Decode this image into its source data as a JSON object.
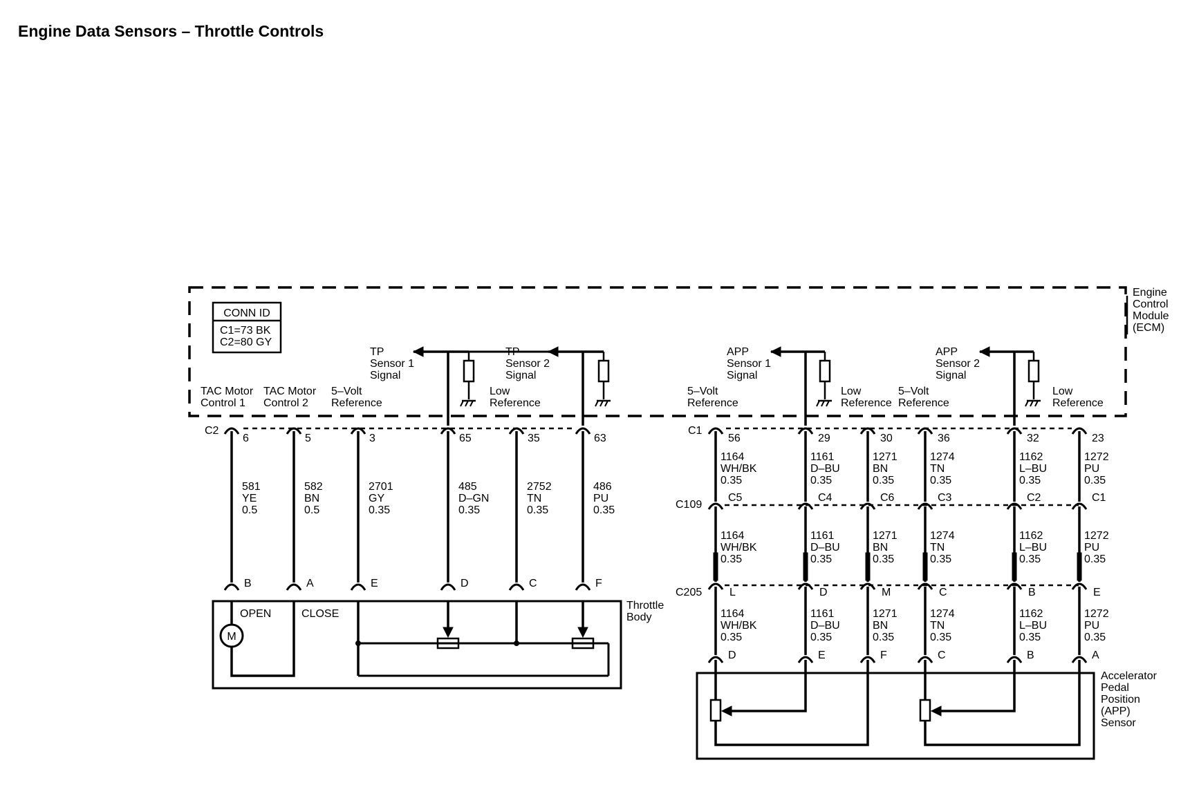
{
  "title": "Engine Data Sensors – Throttle Controls",
  "conn_id": {
    "header": "CONN ID",
    "line1": "C1=73 BK",
    "line2": "C2=80 GY"
  },
  "ecm_label": [
    "Engine",
    "Control",
    "Module",
    "(ECM)"
  ],
  "throttle_body_label": [
    "Throttle",
    "Body"
  ],
  "app_label": [
    "Accelerator",
    "Pedal",
    "Position",
    "(APP)",
    "Sensor"
  ],
  "motor": {
    "symbol": "M",
    "open": "OPEN",
    "close": "CLOSE"
  },
  "connectors": {
    "c2": "C2",
    "c1": "C1",
    "c109": "C109",
    "c205": "C205"
  },
  "signals": {
    "tp1": [
      "TP",
      "Sensor 1",
      "Signal"
    ],
    "tp2": [
      "TP",
      "Sensor 2",
      "Signal"
    ],
    "app1": [
      "APP",
      "Sensor 1",
      "Signal"
    ],
    "app2": [
      "APP",
      "Sensor 2",
      "Signal"
    ]
  },
  "left_circuits": [
    {
      "id": "tac1",
      "label": [
        "TAC Motor",
        "Control 1"
      ],
      "pin": "6",
      "wire": [
        "581",
        "YE",
        "0.5"
      ],
      "end_pin": "B"
    },
    {
      "id": "tac2",
      "label": [
        "TAC Motor",
        "Control 2"
      ],
      "pin": "5",
      "wire": [
        "582",
        "BN",
        "0.5"
      ],
      "end_pin": "A"
    },
    {
      "id": "vref",
      "label": [
        "5–Volt",
        "Reference"
      ],
      "pin": "3",
      "wire": [
        "2701",
        "GY",
        "0.35"
      ],
      "end_pin": "E"
    },
    {
      "id": "tp1",
      "label": [],
      "pin": "65",
      "wire": [
        "485",
        "D–GN",
        "0.35"
      ],
      "end_pin": "D"
    },
    {
      "id": "lowref",
      "label": [
        "Low",
        "Reference"
      ],
      "pin": "35",
      "wire": [
        "2752",
        "TN",
        "0.35"
      ],
      "end_pin": "C"
    },
    {
      "id": "tp2",
      "label": [],
      "pin": "63",
      "wire": [
        "486",
        "PU",
        "0.35"
      ],
      "end_pin": "F"
    }
  ],
  "right_circuits": [
    {
      "id": "app_vref1",
      "label": [
        "5–Volt",
        "Reference"
      ],
      "pin": "56",
      "c109": "C5",
      "c205": "L",
      "end_pin": "D",
      "wire": [
        "1164",
        "WH/BK",
        "0.35"
      ]
    },
    {
      "id": "app1",
      "label": [],
      "pin": "29",
      "c109": "C4",
      "c205": "D",
      "end_pin": "E",
      "wire": [
        "1161",
        "D–BU",
        "0.35"
      ]
    },
    {
      "id": "app_low1",
      "label": [
        "Low",
        "Reference"
      ],
      "pin": "30",
      "c109": "C6",
      "c205": "M",
      "end_pin": "F",
      "wire": [
        "1271",
        "BN",
        "0.35"
      ]
    },
    {
      "id": "app_vref2",
      "label": [
        "5–Volt",
        "Reference"
      ],
      "pin": "36",
      "c109": "C3",
      "c205": "C",
      "end_pin": "C",
      "wire": [
        "1274",
        "TN",
        "0.35"
      ]
    },
    {
      "id": "app2",
      "label": [],
      "pin": "32",
      "c109": "C2",
      "c205": "B",
      "end_pin": "B",
      "wire": [
        "1162",
        "L–BU",
        "0.35"
      ]
    },
    {
      "id": "app_low2",
      "label": [
        "Low",
        "Reference"
      ],
      "pin": "23",
      "c109": "C1",
      "c205": "E",
      "end_pin": "A",
      "wire": [
        "1272",
        "PU",
        "0.35"
      ]
    }
  ]
}
